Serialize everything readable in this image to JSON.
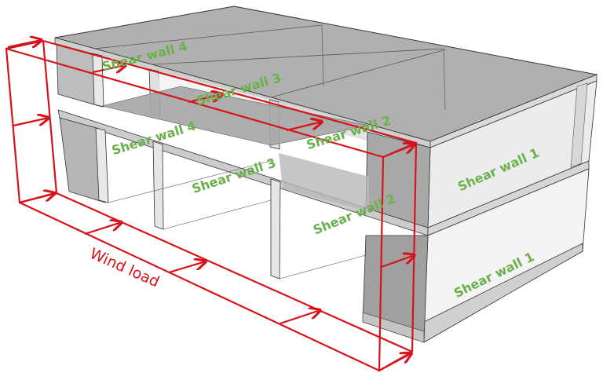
{
  "diagram": {
    "subject": "Two-story building with shear walls under wind load",
    "colors": {
      "label_green": "#6ab04c",
      "wind_red": "#d6131b",
      "slab_top": "#b4b4b4",
      "wall_light": "#e6e6e6",
      "wall_mid": "#c8c8c8",
      "wall_dark": "#9e9e9e",
      "edge": "#333333"
    },
    "labels": [
      {
        "id": "sw4_top",
        "text": "Shear wall 4"
      },
      {
        "id": "sw3_top",
        "text": "Shear wall 3"
      },
      {
        "id": "sw2_top",
        "text": "Shear wall 2"
      },
      {
        "id": "sw4_mid",
        "text": "Shear wall 4"
      },
      {
        "id": "sw3_mid",
        "text": "Shear wall 3"
      },
      {
        "id": "sw2_mid",
        "text": "Shear wall 2"
      },
      {
        "id": "sw1_upper",
        "text": "Shear wall 1"
      },
      {
        "id": "sw1_lower",
        "text": "Shear wall 1"
      }
    ],
    "wind_label": "Wind load"
  }
}
